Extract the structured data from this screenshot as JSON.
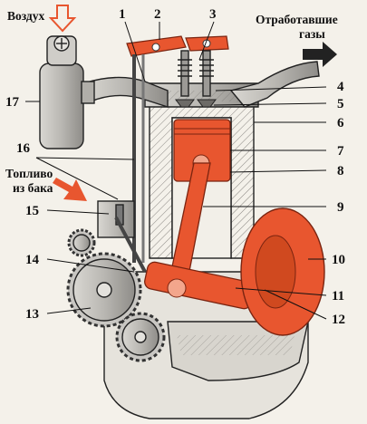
{
  "labels": {
    "air": "Воздух",
    "exhaust_line1": "Отработавшие",
    "exhaust_line2": "газы",
    "fuel_line1": "Топливо",
    "fuel_line2": "из бака"
  },
  "callouts": [
    "1",
    "2",
    "3",
    "4",
    "5",
    "6",
    "7",
    "8",
    "9",
    "10",
    "11",
    "12",
    "13",
    "14",
    "15",
    "16",
    "17"
  ],
  "colors": {
    "parts_red": "#e8562f",
    "parts_red_dark": "#b83a1c",
    "metal_gray": "#c8c6c2",
    "metal_dark": "#8c8a86",
    "arrow_air": "#e8562f",
    "arrow_exhaust": "#222222",
    "arrow_fuel": "#e8562f"
  },
  "icons": {
    "air_arrow": "down-arrow-outline",
    "exhaust_arrow": "right-arrow-filled",
    "fuel_arrow": "diagonal-arrow-filled"
  }
}
